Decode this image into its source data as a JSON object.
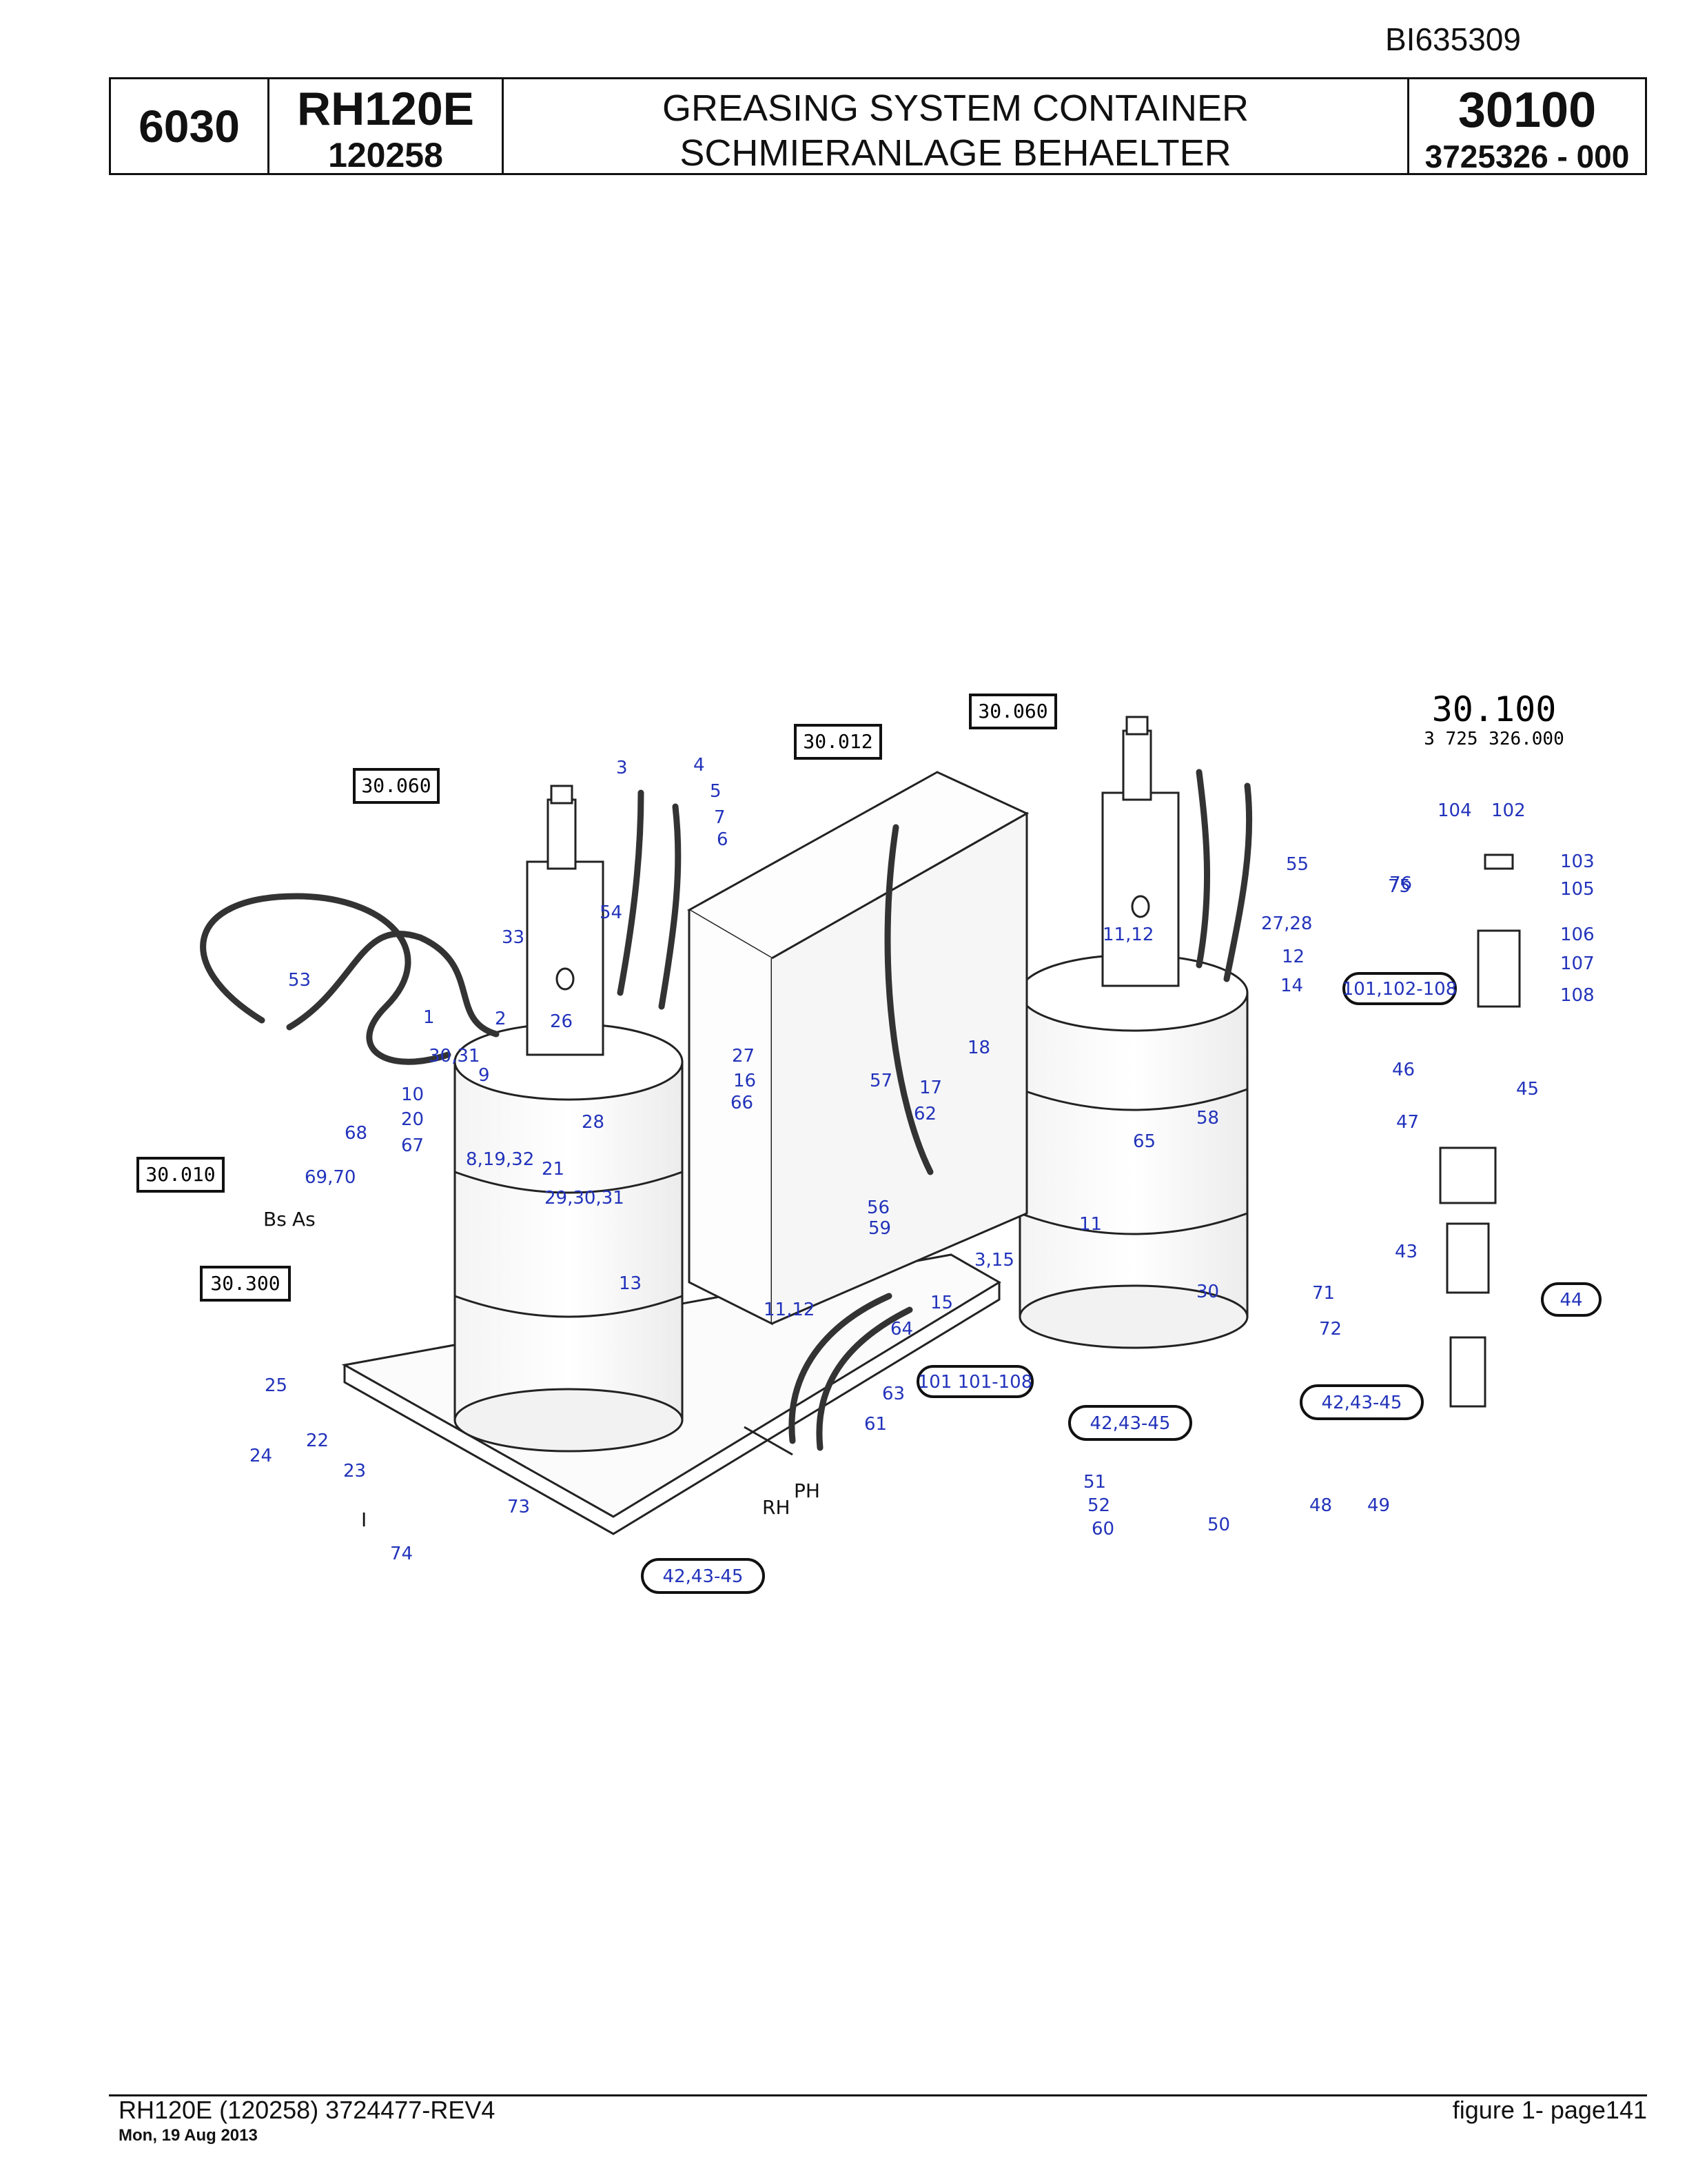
{
  "header": {
    "doc_id": "BI635309",
    "section": "6030",
    "model": "RH120E",
    "serial": "120258",
    "title_en": "GREASING SYSTEM CONTAINER",
    "title_de": "SCHMIERANLAGE BEHAELTER",
    "group_no": "30100",
    "part_no": "3725326  - 000"
  },
  "drawing": {
    "group_label": "30.100",
    "group_part": "3 725 326.000",
    "ref_boxes": [
      "30.060",
      "30.012",
      "30.060",
      "30.010",
      "30.300"
    ],
    "ovals": [
      "101,102-108",
      "44",
      "42,43-45",
      "101 101-108",
      "42,43-45",
      "42,43-45"
    ],
    "callouts": [
      "1",
      "2",
      "3",
      "4",
      "5",
      "6",
      "7",
      "8,19,32",
      "9",
      "10",
      "11",
      "11,12",
      "12",
      "13",
      "14",
      "15",
      "16",
      "17",
      "18",
      "20",
      "21",
      "22",
      "23",
      "24",
      "25",
      "26",
      "27",
      "27,28",
      "28",
      "29,30,31",
      "30",
      "30,31",
      "33",
      "43",
      "45",
      "46",
      "47",
      "48",
      "49",
      "50",
      "51",
      "52",
      "53",
      "54",
      "55",
      "56",
      "57",
      "58",
      "59",
      "60",
      "61",
      "62",
      "63",
      "64",
      "65",
      "66",
      "67",
      "68",
      "69,70",
      "71",
      "72",
      "73",
      "74",
      "75",
      "76",
      "102",
      "103",
      "104",
      "105",
      "106",
      "107",
      "108",
      "3,15",
      "11,12"
    ],
    "port_labels": [
      "Bs",
      "As",
      "RH",
      "PH",
      "I"
    ],
    "colors": {
      "callout": "#2233bb",
      "line": "#222222"
    }
  },
  "footer": {
    "left": "RH120E (120258) 3724477-REV4",
    "date": "Mon, 19 Aug 2013",
    "right": "figure  1- page141"
  }
}
